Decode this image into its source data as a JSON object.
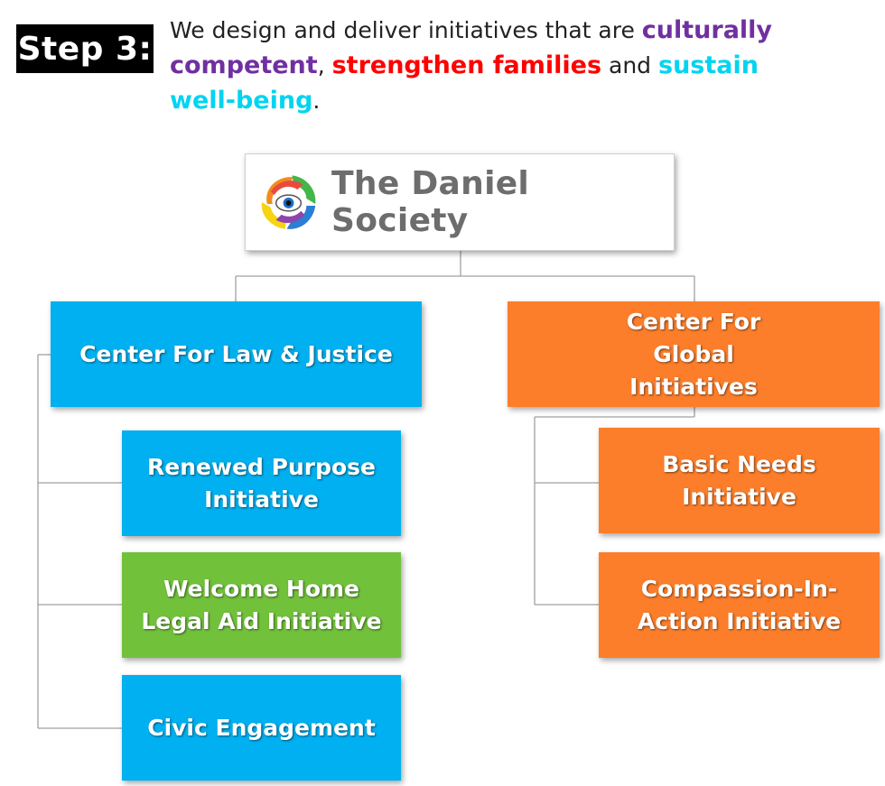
{
  "header": {
    "step_label": "Step 3:",
    "text_1": "We design and deliver initiatives that are ",
    "highlight_1": "culturally competent",
    "text_2": ", ",
    "highlight_2": "strengthen families",
    "text_3": " and ",
    "highlight_3": "sustain well-being",
    "text_4": "."
  },
  "colors": {
    "purple": "#7030a0",
    "red": "#ff0000",
    "cyan": "#00d4f0",
    "blue_box": "#00b0f0",
    "orange_box": "#fd7e2a",
    "green_box": "#72c13b",
    "connector": "#a0a0a0"
  },
  "org": {
    "root": {
      "name": "The Daniel Society",
      "logo_icon": "daniel-society-logo-icon"
    },
    "center_law": "Center For Law & Justice",
    "center_global": "Center For Global Initiatives",
    "law_children": [
      "Renewed Purpose Initiative",
      "Welcome Home Legal Aid Initiative",
      "Civic Engagement"
    ],
    "global_children": [
      "Basic Needs Initiative",
      "Compassion-In-Action Initiative"
    ]
  }
}
